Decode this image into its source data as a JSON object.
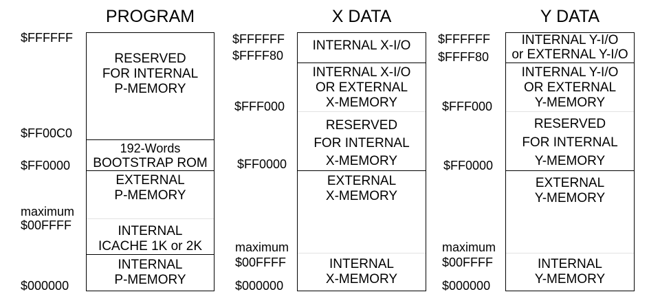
{
  "columns": [
    {
      "title": "PROGRAM",
      "addresses": [
        "$FFFFFF",
        "$FF00C0",
        "$FF0000",
        "maximum",
        "$00FFFF",
        "$000000"
      ],
      "regions": [
        {
          "lines": [
            "RESERVED",
            "FOR INTERNAL",
            "P-MEMORY"
          ]
        },
        {
          "lines": [
            "192-Words",
            "BOOTSTRAP ROM"
          ]
        },
        {
          "lines": [
            "EXTERNAL",
            "P-MEMORY"
          ]
        },
        {
          "lines": [
            "INTERNAL",
            "ICACHE 1K or 2K"
          ]
        },
        {
          "lines": [
            "INTERNAL",
            "P-MEMORY"
          ]
        }
      ]
    },
    {
      "title": "X DATA",
      "addresses": [
        "$FFFFFF",
        "$FFFF80",
        "$FFF000",
        "$FF0000",
        "maximum",
        "$00FFFF",
        "$000000"
      ],
      "regions": [
        {
          "lines": [
            "INTERNAL X-I/O"
          ]
        },
        {
          "lines": [
            "INTERNAL X-I/O",
            "OR EXTERNAL",
            "X-MEMORY"
          ]
        },
        {
          "lines": [
            "RESERVED",
            "FOR INTERNAL",
            "X-MEMORY"
          ]
        },
        {
          "lines": [
            "EXTERNAL",
            "X-MEMORY"
          ]
        },
        {
          "lines": [
            "INTERNAL",
            "X-MEMORY"
          ]
        }
      ]
    },
    {
      "title": "Y DATA",
      "addresses": [
        "$FFFFFF",
        "$FFFF80",
        "$FFF000",
        "$FF0000",
        "maximum",
        "$00FFFF",
        "$000000"
      ],
      "regions": [
        {
          "lines": [
            "INTERNAL Y-I/O",
            "or EXTERNAL Y-I/O"
          ]
        },
        {
          "lines": [
            "INTERNAL Y-I/O",
            "OR EXTERNAL",
            "Y-MEMORY"
          ]
        },
        {
          "lines": [
            "RESERVED",
            "FOR INTERNAL",
            "Y-MEMORY"
          ]
        },
        {
          "lines": [
            "EXTERNAL",
            "Y-MEMORY"
          ]
        },
        {
          "lines": [
            "INTERNAL",
            "Y-MEMORY"
          ]
        }
      ]
    }
  ]
}
